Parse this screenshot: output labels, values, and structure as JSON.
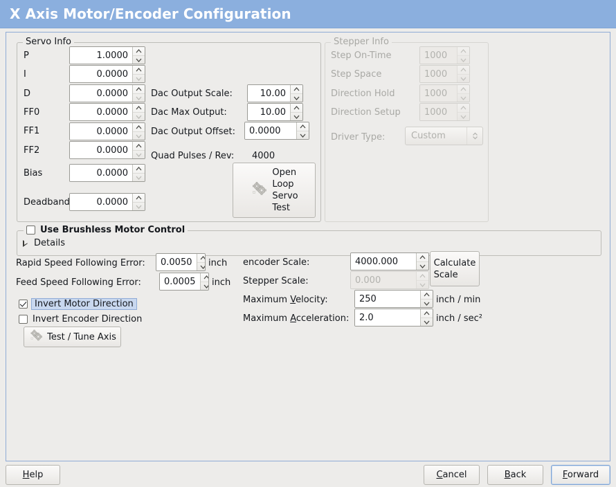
{
  "window": {
    "title": "X Axis Motor/Encoder Configuration",
    "titlebar_color": "#8bafde",
    "panel_border_color": "#8fabd6",
    "background_color": "#edecea"
  },
  "servo_info": {
    "legend": "Servo Info",
    "enabled": true,
    "fields": [
      {
        "label": "P",
        "value": "1.0000"
      },
      {
        "label": "I",
        "value": "0.0000"
      },
      {
        "label": "D",
        "value": "0.0000"
      },
      {
        "label": "FF0",
        "value": "0.0000"
      },
      {
        "label": "FF1",
        "value": "0.0000"
      },
      {
        "label": "FF2",
        "value": "0.0000"
      },
      {
        "label": "Bias",
        "value": "0.0000"
      },
      {
        "label": "Deadband",
        "value": "0.0000"
      }
    ],
    "dac": [
      {
        "label": "Dac Output Scale:",
        "value": "10.00"
      },
      {
        "label": "Dac Max Output:",
        "value": "10.00"
      },
      {
        "label": "Dac Output Offset:",
        "value": "0.0000"
      }
    ],
    "quad_pulses_label": "Quad Pulses / Rev:",
    "quad_pulses_value": "4000",
    "open_loop_button": "Open\nLoop\nServo\nTest",
    "open_loop_lines": [
      "Open",
      "Loop",
      "Servo",
      "Test"
    ]
  },
  "stepper_info": {
    "legend": "Stepper Info",
    "enabled": false,
    "fields": [
      {
        "label": "Step On-Time",
        "value": "1000"
      },
      {
        "label": "Step Space",
        "value": "1000"
      },
      {
        "label": "Direction Hold",
        "value": "1000"
      },
      {
        "label": "Direction Setup",
        "value": "1000"
      }
    ],
    "driver_type_label": "Driver Type:",
    "driver_type_value": "Custom"
  },
  "brushless": {
    "checkbox_label": "Use Brushless Motor Control",
    "checked": false,
    "details_label": "Details",
    "details_expanded": false
  },
  "tuning": {
    "rapid_following_error_label": "Rapid Speed Following Error:",
    "rapid_following_error_value": "0.0050",
    "rapid_following_error_unit": "inch",
    "feed_following_error_label": "Feed Speed Following Error:",
    "feed_following_error_value": "0.0005",
    "feed_following_error_unit": "inch",
    "invert_motor_label": "Invert Motor Direction",
    "invert_motor_checked": true,
    "invert_encoder_label": "Invert Encoder Direction",
    "invert_encoder_checked": false,
    "test_tune_button": "Test / Tune Axis"
  },
  "scales": {
    "encoder_scale_label": "encoder Scale:",
    "encoder_scale_value": "4000.000",
    "stepper_scale_label": "Stepper Scale:",
    "stepper_scale_value": "0.000",
    "stepper_scale_enabled": false,
    "calculate_scale_button_lines": [
      "Calculate",
      "Scale"
    ],
    "max_velocity_label_pre": "Maximum ",
    "max_velocity_label_mn": "V",
    "max_velocity_label_post": "elocity:",
    "max_velocity_value": "250",
    "max_velocity_unit": "inch / min",
    "max_accel_label_pre": "Maximum ",
    "max_accel_label_mn": "A",
    "max_accel_label_post": "cceleration:",
    "max_accel_value": "2.0",
    "max_accel_unit": "inch / sec²"
  },
  "footer": {
    "help_pre": "H",
    "help_post": "elp",
    "cancel_pre": "C",
    "cancel_post": "ancel",
    "back_pre": "B",
    "back_post": "ack",
    "forward_pre": "F",
    "forward_post": "orward",
    "focused_button": "Forward"
  }
}
